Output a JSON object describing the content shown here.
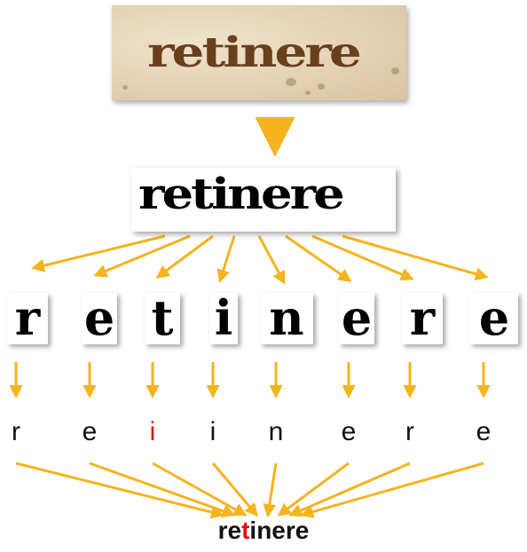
{
  "manuscript_text": "retinere",
  "binarized_text": "retinere",
  "segments": [
    {
      "glyph": "r",
      "letter": "r",
      "error": false
    },
    {
      "glyph": "e",
      "letter": "e",
      "error": false
    },
    {
      "glyph": "t",
      "letter": "i",
      "error": true
    },
    {
      "glyph": "i",
      "letter": "i",
      "error": false
    },
    {
      "glyph": "n",
      "letter": "n",
      "error": false
    },
    {
      "glyph": "e",
      "letter": "e",
      "error": false
    },
    {
      "glyph": "r",
      "letter": "r",
      "error": false
    },
    {
      "glyph": "e",
      "letter": "e",
      "error": false
    }
  ],
  "final_word": {
    "prefix": "re",
    "highlight": "t",
    "suffix": "inere"
  },
  "colors": {
    "arrow": "#f5b31d",
    "error": "#e01010"
  }
}
